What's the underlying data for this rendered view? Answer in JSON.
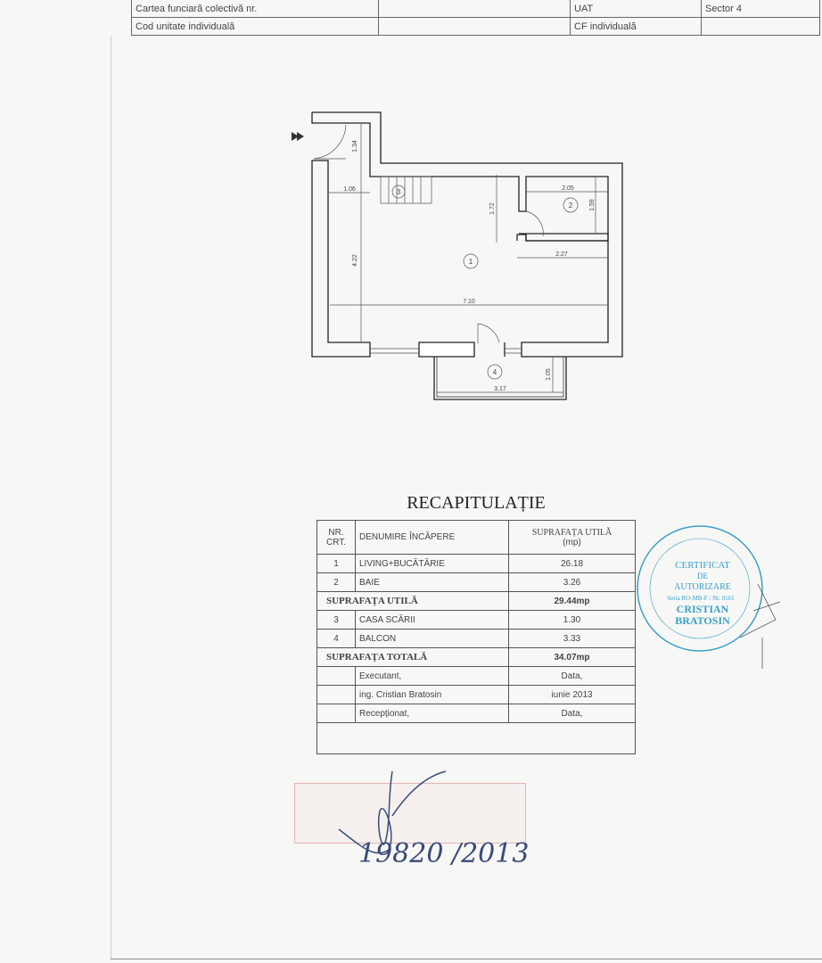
{
  "header_table": {
    "rows": [
      [
        "Cartea funciară colectivă nr.",
        "",
        "UAT",
        "Sector 4"
      ],
      [
        "Cod unitate individuală",
        "",
        "CF individuală",
        ""
      ]
    ]
  },
  "floor_plan": {
    "room_labels": [
      "1",
      "2",
      "3",
      "4"
    ],
    "dimensions": {
      "entry_height": "1.34",
      "entry_width": "1.06",
      "living_height": "4.22",
      "hall_height": "1.72",
      "bath_width": "2.05",
      "bath_height": "1.59",
      "kitchen_width": "2.27",
      "total_width": "7.10",
      "balcony_width": "3.17",
      "balcony_depth": "1.05"
    }
  },
  "recap": {
    "title": "RECAPITULAȚIE",
    "headers": {
      "nr": "NR. CRT.",
      "name": "DENUMIRE ÎNCĂPERE",
      "area": "SUPRAFAȚA UTILĂ",
      "unit": "(mp)"
    },
    "rooms_1": [
      {
        "nr": "1",
        "name": "LIVING+BUCĂTĂRIE",
        "area": "26.18"
      },
      {
        "nr": "2",
        "name": "BAIE",
        "area": "3.26"
      }
    ],
    "subtotal": {
      "label": "SUPRAFAȚA UTILĂ",
      "value": "29.44mp"
    },
    "rooms_2": [
      {
        "nr": "3",
        "name": "CASA SCĂRII",
        "area": "1.30"
      },
      {
        "nr": "4",
        "name": "BALCON",
        "area": "3.33"
      }
    ],
    "total": {
      "label": "SUPRAFAȚA TOTALĂ",
      "value": "34.07mp"
    },
    "signoff": [
      {
        "left": "Executant,",
        "right": "Data,"
      },
      {
        "left": "ing. Cristian Bratosin",
        "right": "iunie 2013"
      },
      {
        "left": "Recepționat,",
        "right": "Data,"
      }
    ]
  },
  "stamp": {
    "lines": [
      "CERTIFICAT",
      "DE",
      "AUTORIZARE",
      "Seria RO-MB-F / Nr. 0161",
      "CRISTIAN",
      "BRATOSIN"
    ],
    "color": "#3a9fc8"
  },
  "red_stamp": {
    "color": "#d98a8a"
  },
  "handwritten_number": "19820 /2013"
}
